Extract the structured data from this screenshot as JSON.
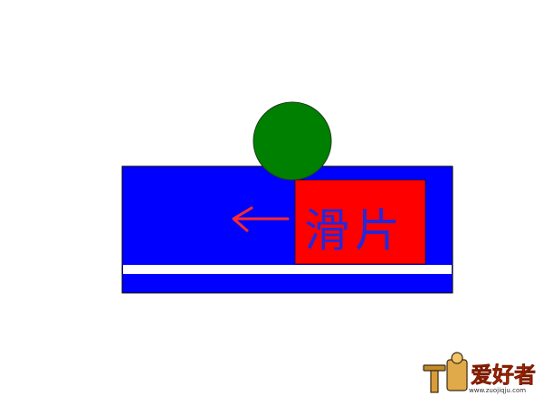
{
  "diagram": {
    "slide_label": "滑片",
    "colors": {
      "block": "#0000ff",
      "block_outline": "#000000",
      "slider": "#ff0000",
      "slider_label": "#2727d8",
      "arrow": "#ff2a2a",
      "ball": "#008000",
      "ball_outline": "#1d3d1d",
      "strip": "#ffffff",
      "background": "#ffffff"
    },
    "arrow_direction": "left"
  },
  "watermark": {
    "site_text": "爱好者",
    "url_text": "www.zuojiqju.com",
    "icon": "woodworking-logo-icon"
  }
}
